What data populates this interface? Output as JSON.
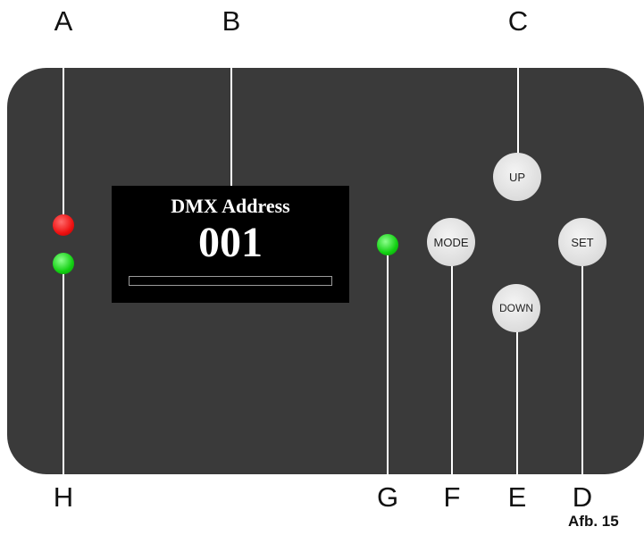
{
  "callouts": {
    "a": "A",
    "b": "B",
    "c": "C",
    "d": "D",
    "e": "E",
    "f": "F",
    "g": "G",
    "h": "H"
  },
  "display": {
    "title": "DMX Address",
    "value": "001"
  },
  "buttons": {
    "up": "UP",
    "mode": "MODE",
    "set": "SET",
    "down": "DOWN"
  },
  "leds": [
    {
      "name": "A",
      "color": "#ee1111"
    },
    {
      "name": "H",
      "color": "#11d011"
    },
    {
      "name": "G",
      "color": "#11d011"
    }
  ],
  "colors": {
    "panel": "#3a3a3a",
    "screen": "#000000",
    "button": "#dcdcdc",
    "leader_line": "#ffffff"
  },
  "caption": "Afb. 15"
}
